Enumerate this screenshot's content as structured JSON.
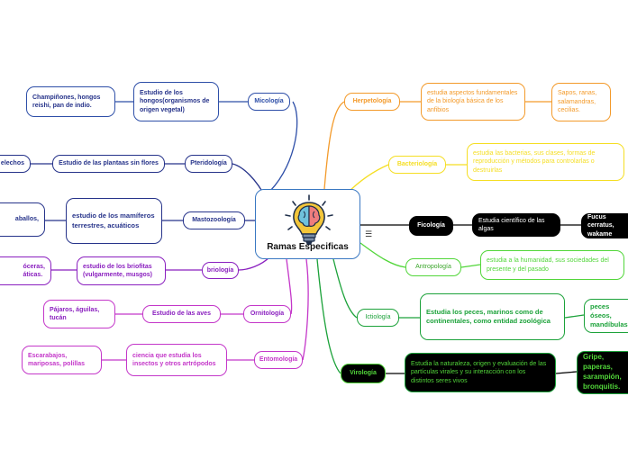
{
  "center": {
    "title": "Ramas Especificas",
    "icon": "lightbulb-brain-icon"
  },
  "menu_icon": "☰",
  "colors": {
    "blue": "#2e4fa8",
    "dark_blue": "#26338a",
    "purple": "#8a1fbf",
    "magenta": "#c437c9",
    "orange": "#f39a2a",
    "yellow": "#f5de23",
    "green": "#52d63a",
    "dark_green": "#1ca23a",
    "black": "#000000"
  },
  "left": {
    "micologia": {
      "label": "Micología",
      "definition": "Estudio de los hongos(organismos de origen vegetal)",
      "examples": "Champiñones, hongos reishi, pan de indio."
    },
    "pteridologia": {
      "label": "Pteridología",
      "definition": "Estudio de las plantaas sin flores",
      "examples": "elechos"
    },
    "mastozoologia": {
      "label": "Mastozoología",
      "definition": "estudio de los mamíferos terrestres, acuáticos",
      "examples": "aballos,"
    },
    "briologia": {
      "label": "briología",
      "definition": "estudio de los briofitas (vulgarmente, musgos)",
      "examples_line1": "óceras,",
      "examples_line2": "áticas."
    },
    "ornitologia": {
      "label": "Ornitología",
      "definition": "Estudio de las aves",
      "examples": "Pájaros, águilas, tucán"
    },
    "entomologia": {
      "label": "Entomología",
      "definition": "ciencia que estudia los insectos y otros artrópodos",
      "examples": "Escarabajos, mariposas, polillas"
    }
  },
  "right": {
    "herpetologia": {
      "label": "Herpetología",
      "definition": "estudia aspectos fundamentales de la biología básica de los anfibios",
      "examples": "Sapos, ranas, salamandras, cecilias."
    },
    "bacteriologia": {
      "label": "Bacteriología",
      "definition": "estudia las bacterias, sus clases, formas de reproducción y métodos para controlarlas o destruirlas"
    },
    "ficologia": {
      "label": "Ficología",
      "definition": "Estudia científico de las algas",
      "examples": "Fucus cerratus, wakame"
    },
    "antropologia": {
      "label": "Antropología",
      "definition": "estudia a la humanidad, sus sociedades del presente y del pasado"
    },
    "ictiologia": {
      "label": "Ictiología",
      "definition": "Estudia los peces, marinos como de continentales, como entidad zoológica",
      "examples": "peces óseos, mandíbulas"
    },
    "virologia": {
      "label": "Virología",
      "definition": "Estudia la naturaleza, origen y evaluación de las partículas virales y su interacción con los distintos seres vivos",
      "examples": "Gripe, paperas, sarampión, bronquitis."
    }
  }
}
